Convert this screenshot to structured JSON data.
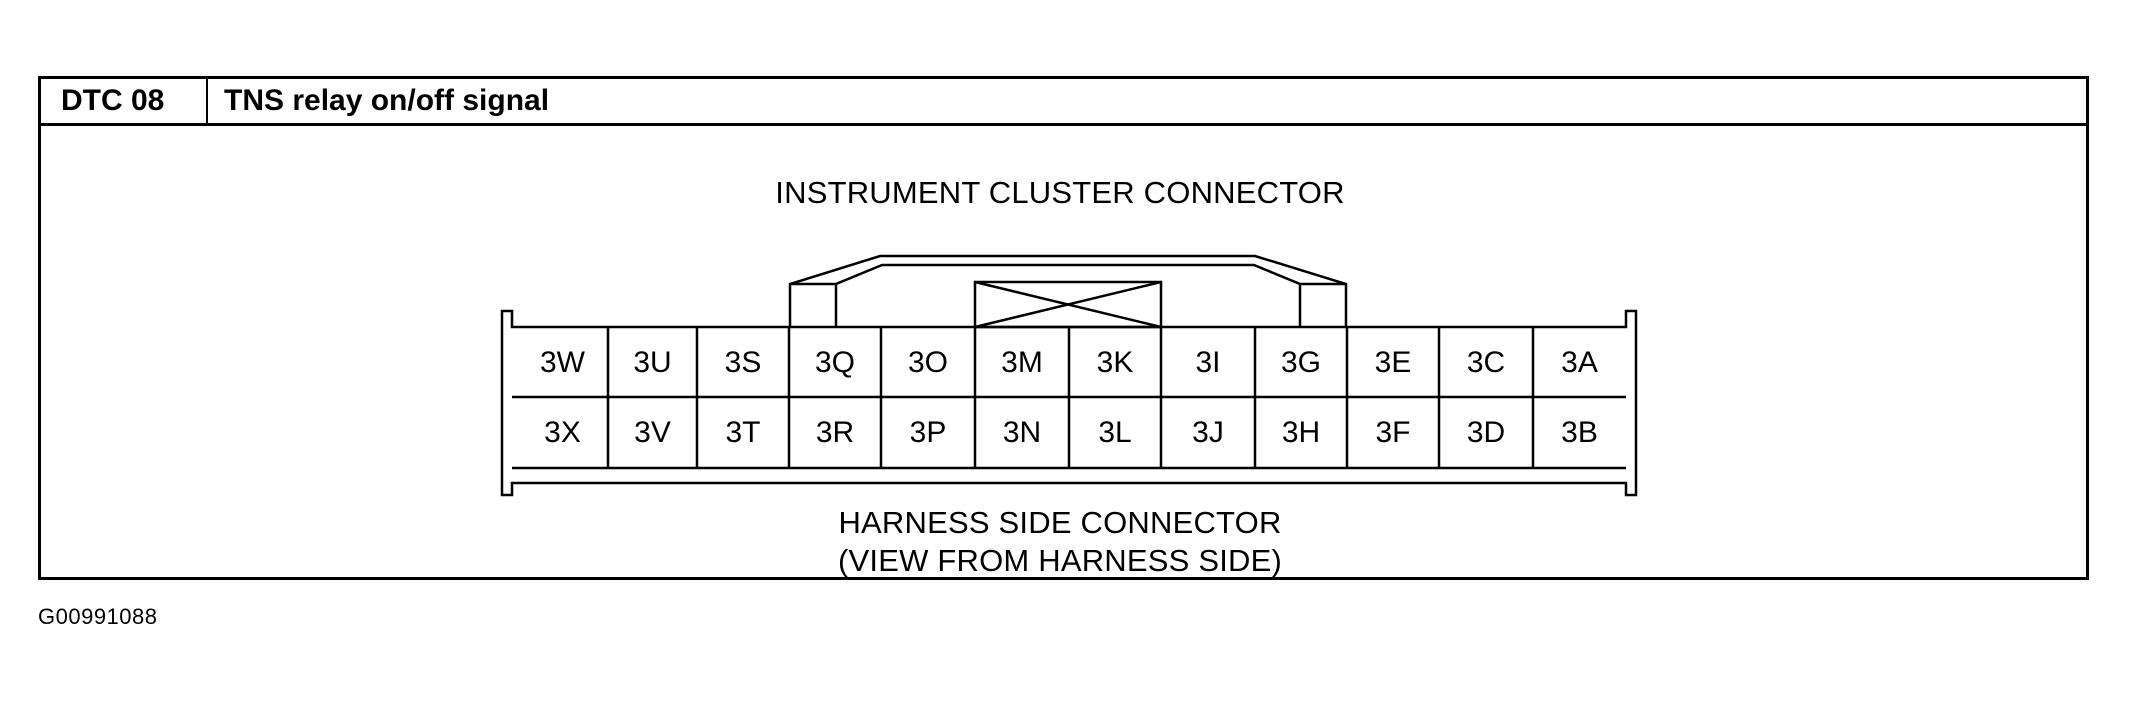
{
  "header": {
    "dtc_code": "DTC 08",
    "description": "TNS relay on/off signal"
  },
  "diagram": {
    "top_label": "INSTRUMENT CLUSTER CONNECTOR",
    "bottom_label_line1": "HARNESS SIDE CONNECTOR",
    "bottom_label_line2": "(VIEW FROM HARNESS SIDE)",
    "top_row_pins": [
      "3W",
      "3U",
      "3S",
      "3Q",
      "3O",
      "3M",
      "3K",
      "3I",
      "3G",
      "3E",
      "3C",
      "3A"
    ],
    "bottom_row_pins": [
      "3X",
      "3V",
      "3T",
      "3R",
      "3P",
      "3N",
      "3L",
      "3J",
      "3H",
      "3F",
      "3D",
      "3B"
    ]
  },
  "footer": {
    "figure_id": "G00991088"
  }
}
